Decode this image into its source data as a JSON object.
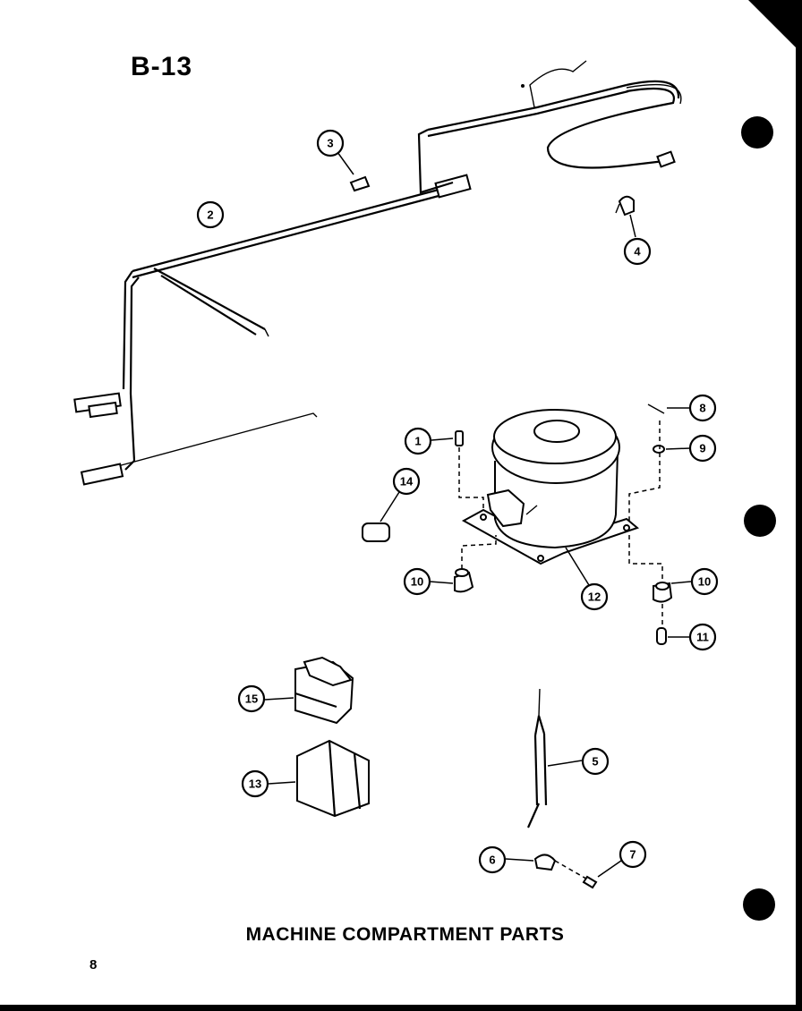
{
  "header": {
    "page_id": "B-13"
  },
  "caption": {
    "title": "MACHINE COMPARTMENT PARTS"
  },
  "footer": {
    "page_number": "8"
  },
  "callouts": [
    {
      "ref": "1"
    },
    {
      "ref": "2"
    },
    {
      "ref": "3"
    },
    {
      "ref": "4"
    },
    {
      "ref": "5"
    },
    {
      "ref": "6"
    },
    {
      "ref": "7"
    },
    {
      "ref": "8"
    },
    {
      "ref": "9"
    },
    {
      "ref": "10"
    },
    {
      "ref": "10"
    },
    {
      "ref": "11"
    },
    {
      "ref": "12"
    },
    {
      "ref": "13"
    },
    {
      "ref": "14"
    },
    {
      "ref": "15"
    }
  ]
}
